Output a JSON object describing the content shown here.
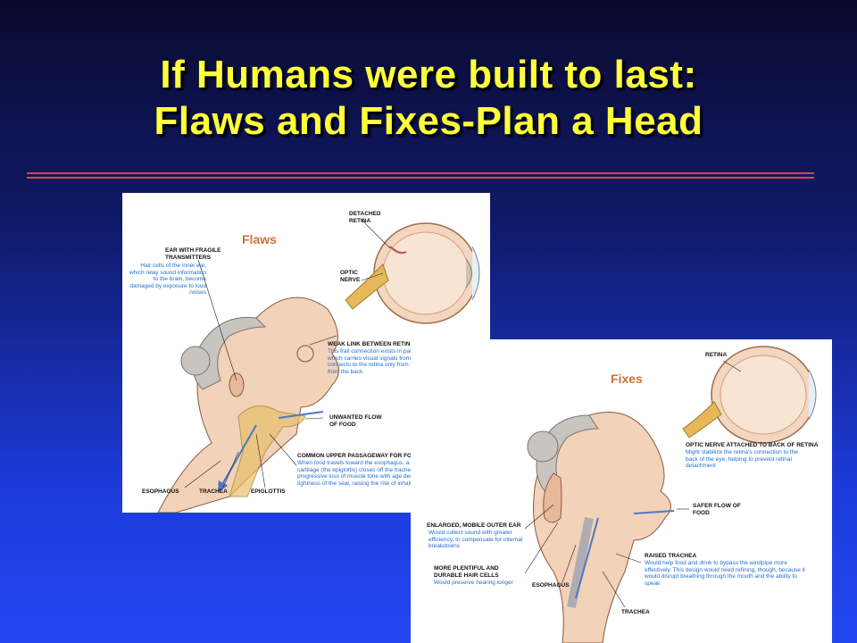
{
  "slide": {
    "title_line1": "If Humans were built to last:",
    "title_line2": "Flaws and Fixes-Plan a Head"
  },
  "flaws": {
    "heading": "Flaws",
    "ear_title": "EAR WITH FRAGILE TRANSMITTERS",
    "ear_desc": "Hair cells of the inner ear, which relay sound information to the brain, become damaged by exposure to loud noises",
    "retina_label": "DETACHED RETINA",
    "optic_label": "OPTIC NERVE",
    "weak_title": "WEAK LINK BETWEEN RETINA AND BACK OF EYE",
    "weak_desc": "This frail connection exists in part because the optic nerve, which carries visual signals from the retina to the brain, connects to the retina only from the inside of the eye, not from the back",
    "food_label": "UNWANTED FLOW OF FOOD",
    "passage_title": "COMMON UPPER PASSAGEWAY FOR FOOD AND AIR",
    "passage_desc": "When food travels toward the esophagus, a flaplike tab of cartilage (the epiglottis) closes off the trachea, or windpipe. A progressive loss of muscle tone with age decreases the tightness of the seal, raising the risk of inhaling food or drink",
    "esophagus": "ESOPHAGUS",
    "trachea": "TRACHEA",
    "epiglottis": "EPIGLOTTIS"
  },
  "fixes": {
    "heading": "Fixes",
    "retina_label": "RETINA",
    "optic_title": "OPTIC NERVE ATTACHED TO BACK OF RETINA",
    "optic_desc": "Might stabilize the retina's connection to the back of the eye, helping to prevent retinal detachment",
    "safer_label": "SAFER FLOW OF FOOD",
    "ear_title": "ENLARGED, MOBILE OUTER EAR",
    "ear_desc": "Would collect sound with greater efficiency, to compensate for internal breakdowns",
    "hair_title": "MORE PLENTIFUL AND DURABLE HAIR CELLS",
    "hair_desc": "Would preserve hearing longer",
    "raised_title": "RAISED TRACHEA",
    "raised_desc": "Would help food and drink to bypass the windpipe more effectively. This design would need refining, though, because it would disrupt breathing through the mouth and the ability to speak",
    "esophagus": "ESOPHAGUS",
    "trachea": "TRACHEA"
  }
}
